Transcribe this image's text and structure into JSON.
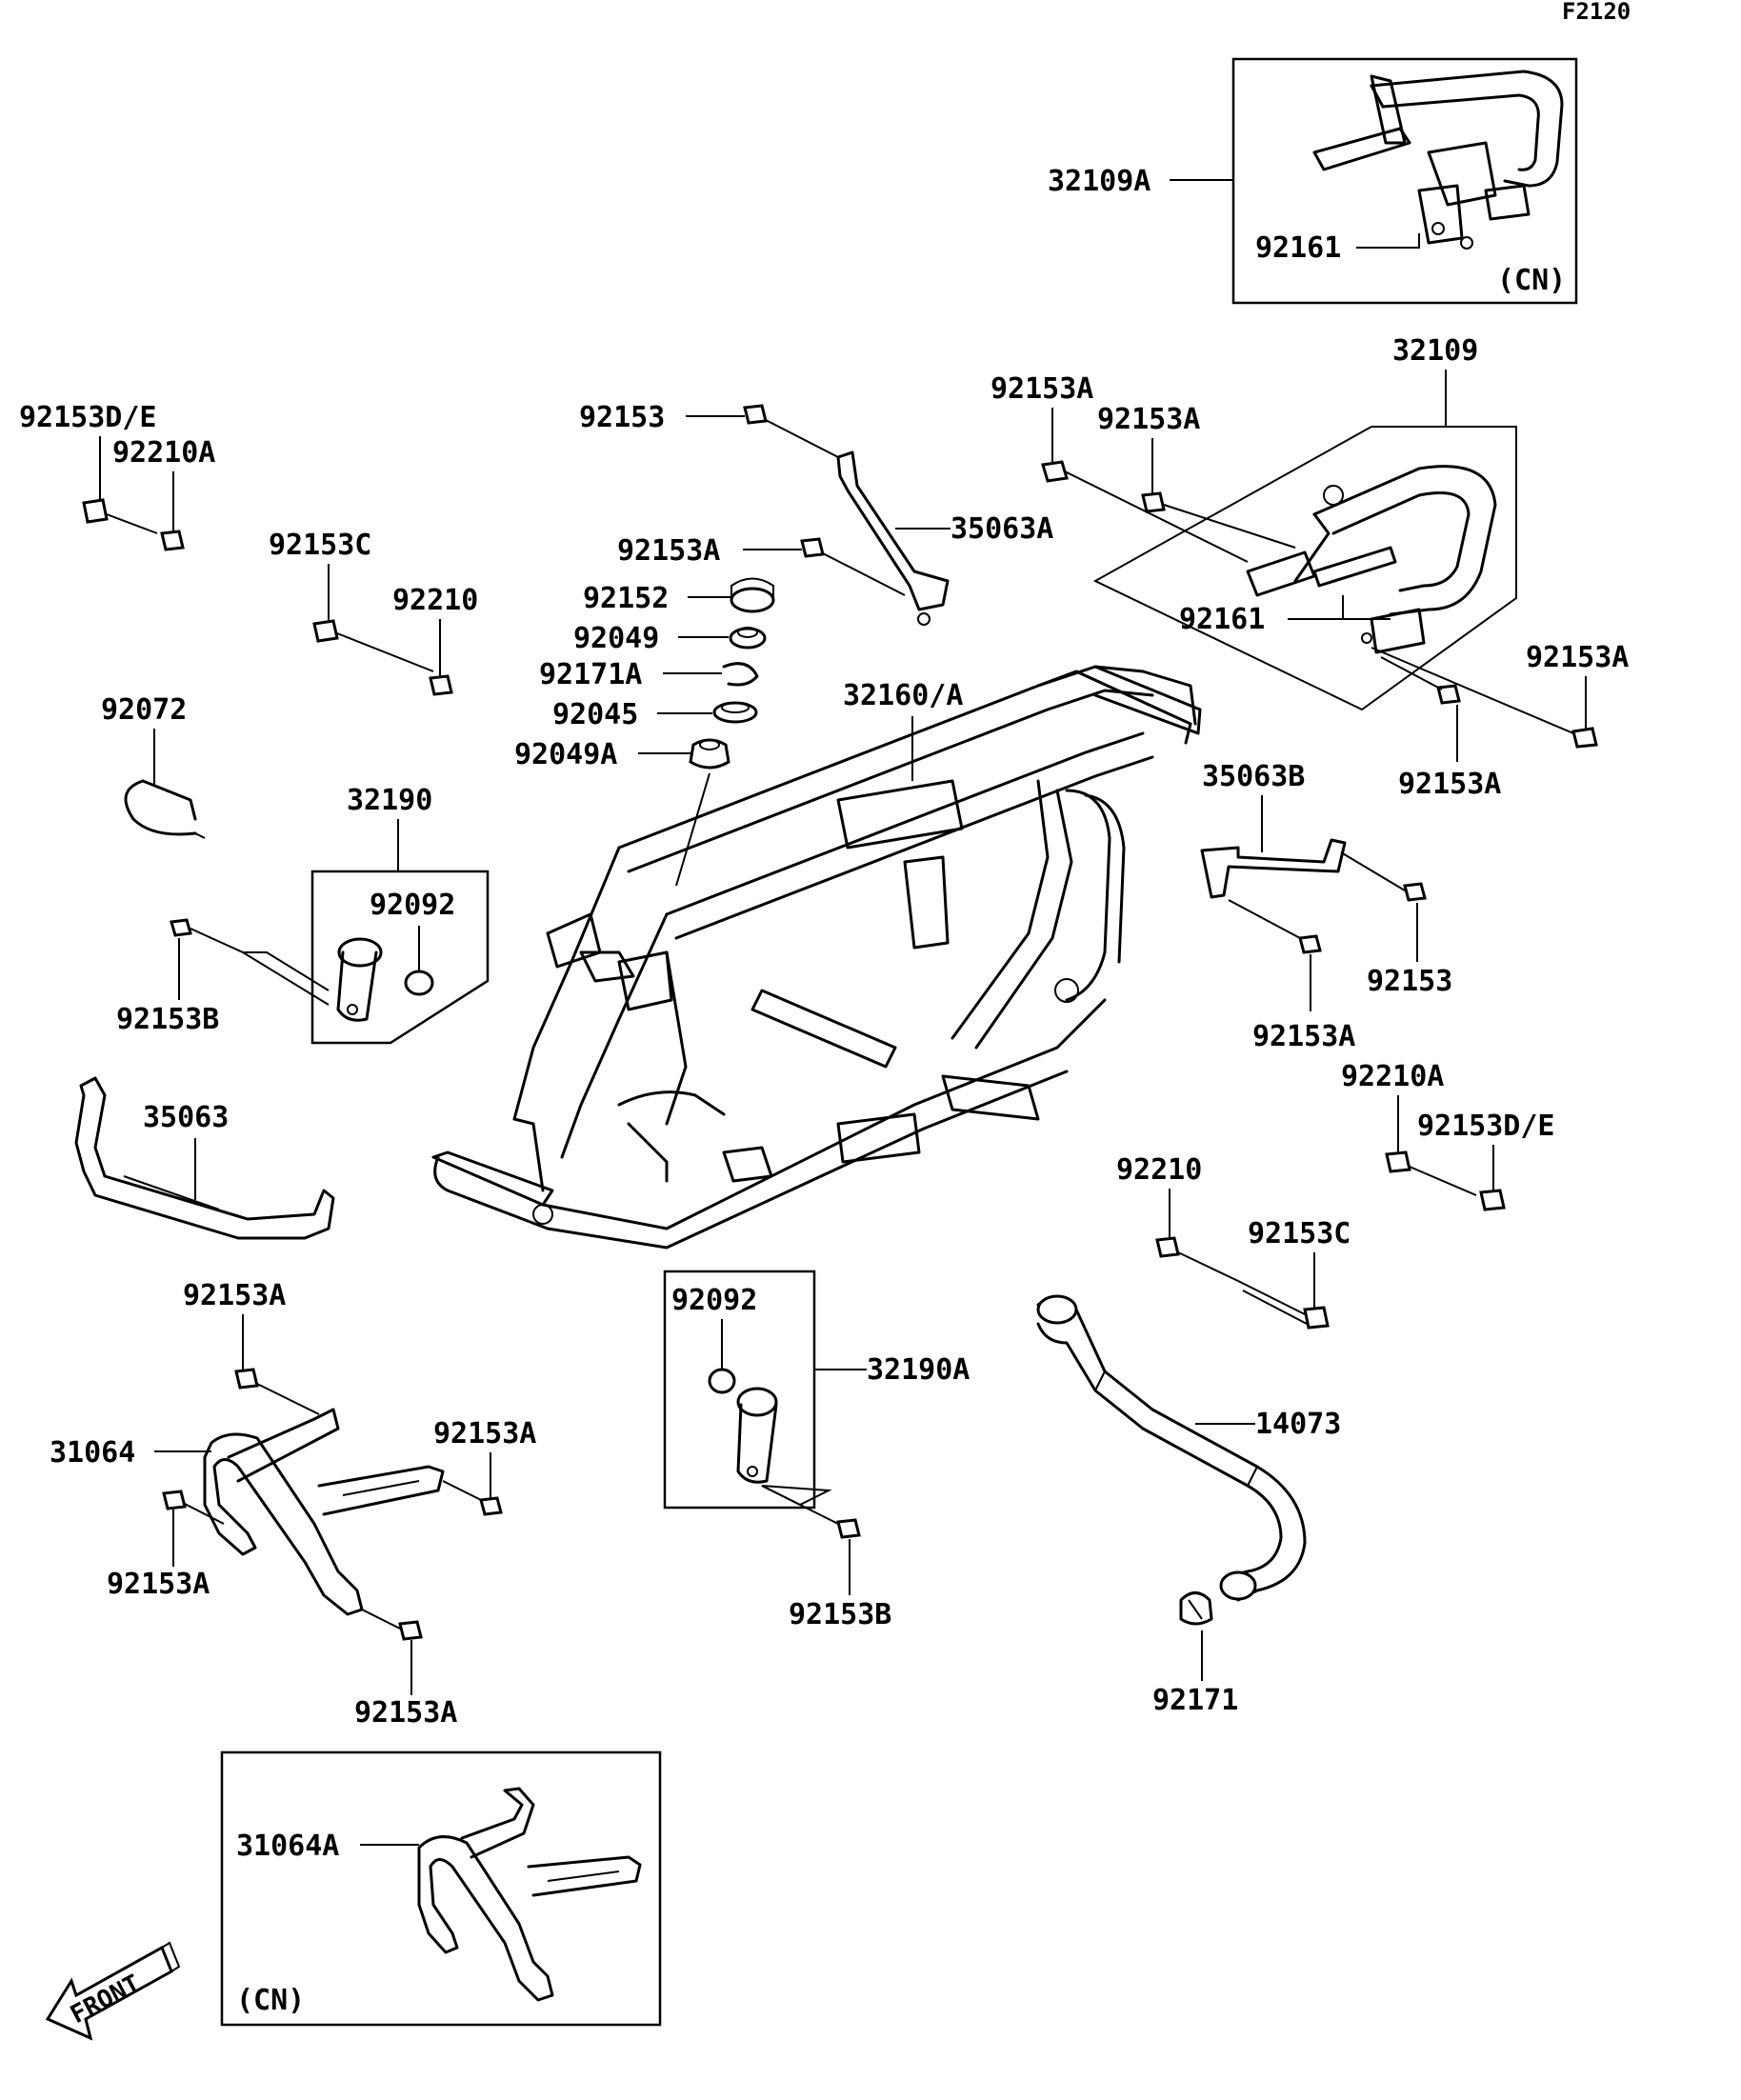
{
  "figure_code": "F2120",
  "front_marker": "FRONT",
  "variant_tag": "(CN)",
  "labels": {
    "p32109A": "32109A",
    "p92161_cn": "92161",
    "p32109": "32109",
    "p92153A_r1": "92153A",
    "p92153A_r2": "92153A",
    "p92161": "92161",
    "p92153A_r3": "92153A",
    "p92153A_r4": "92153A",
    "p92153_top": "92153",
    "p35063A": "35063A",
    "p92153A_mid": "92153A",
    "p92152": "92152",
    "p92049": "92049",
    "p92171A": "92171A",
    "p92045": "92045",
    "p92049A": "92049A",
    "p32160A": "32160/A",
    "p92153DE_l": "92153D/E",
    "p92210A_l": "92210A",
    "p92153C_l": "92153C",
    "p92210_l": "92210",
    "p92072": "92072",
    "p32190": "32190",
    "p92092_l": "92092",
    "p92153B_l": "92153B",
    "p35063B": "35063B",
    "p92153_r": "92153",
    "p92153A_r5": "92153A",
    "p92210A_r": "92210A",
    "p92153DE_r": "92153D/E",
    "p92210_r": "92210",
    "p92153C_r": "92153C",
    "p35063": "35063",
    "p92153A_bl1": "92153A",
    "p31064": "31064",
    "p92153A_bl2": "92153A",
    "p92153A_bl3": "92153A",
    "p92153A_bl4": "92153A",
    "p92092_c": "92092",
    "p32190A": "32190A",
    "p92153B_c": "92153B",
    "p14073": "14073",
    "p92171": "92171",
    "p31064A": "31064A"
  }
}
